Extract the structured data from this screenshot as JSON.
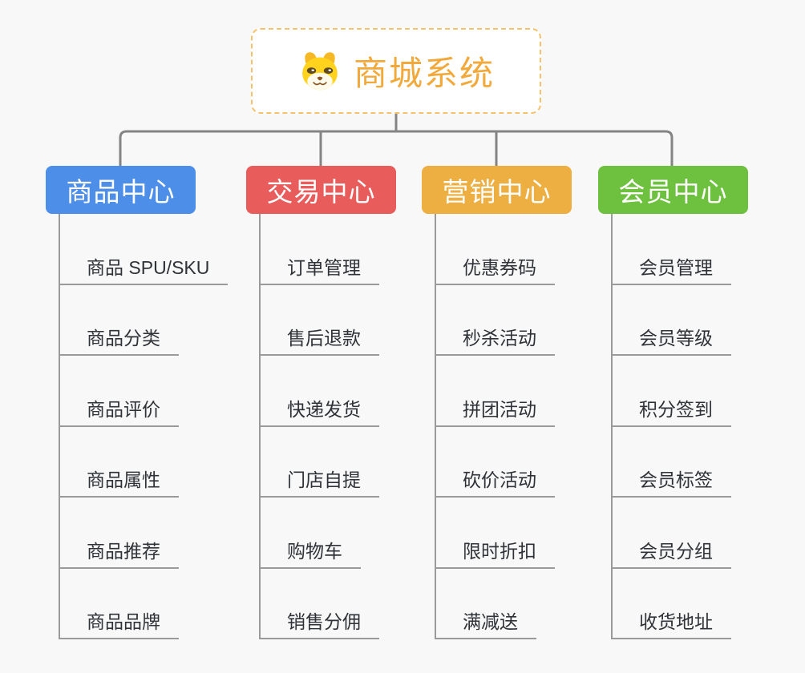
{
  "root": {
    "title": "商城系统",
    "icon": "dog-icon"
  },
  "branches": [
    {
      "label": "商品中心",
      "color": "#4d8fe8",
      "items": [
        "商品 SPU/SKU",
        "商品分类",
        "商品评价",
        "商品属性",
        "商品推荐",
        "商品品牌"
      ]
    },
    {
      "label": "交易中心",
      "color": "#e85c5c",
      "items": [
        "订单管理",
        "售后退款",
        "快递发货",
        "门店自提",
        "购物车",
        "销售分佣"
      ]
    },
    {
      "label": "营销中心",
      "color": "#edaf42",
      "items": [
        "优惠券码",
        "秒杀活动",
        "拼团活动",
        "砍价活动",
        "限时折扣",
        "满减送"
      ]
    },
    {
      "label": "会员中心",
      "color": "#6ec03f",
      "items": [
        "会员管理",
        "会员等级",
        "积分签到",
        "会员标签",
        "会员分组",
        "收货地址"
      ]
    }
  ],
  "colors": {
    "background": "#f8f8f8",
    "connector": "#848484",
    "item_line": "#9a9a9a",
    "item_text": "#2f3237",
    "root_border": "#f4c26c",
    "root_title": "#f2a93b"
  }
}
